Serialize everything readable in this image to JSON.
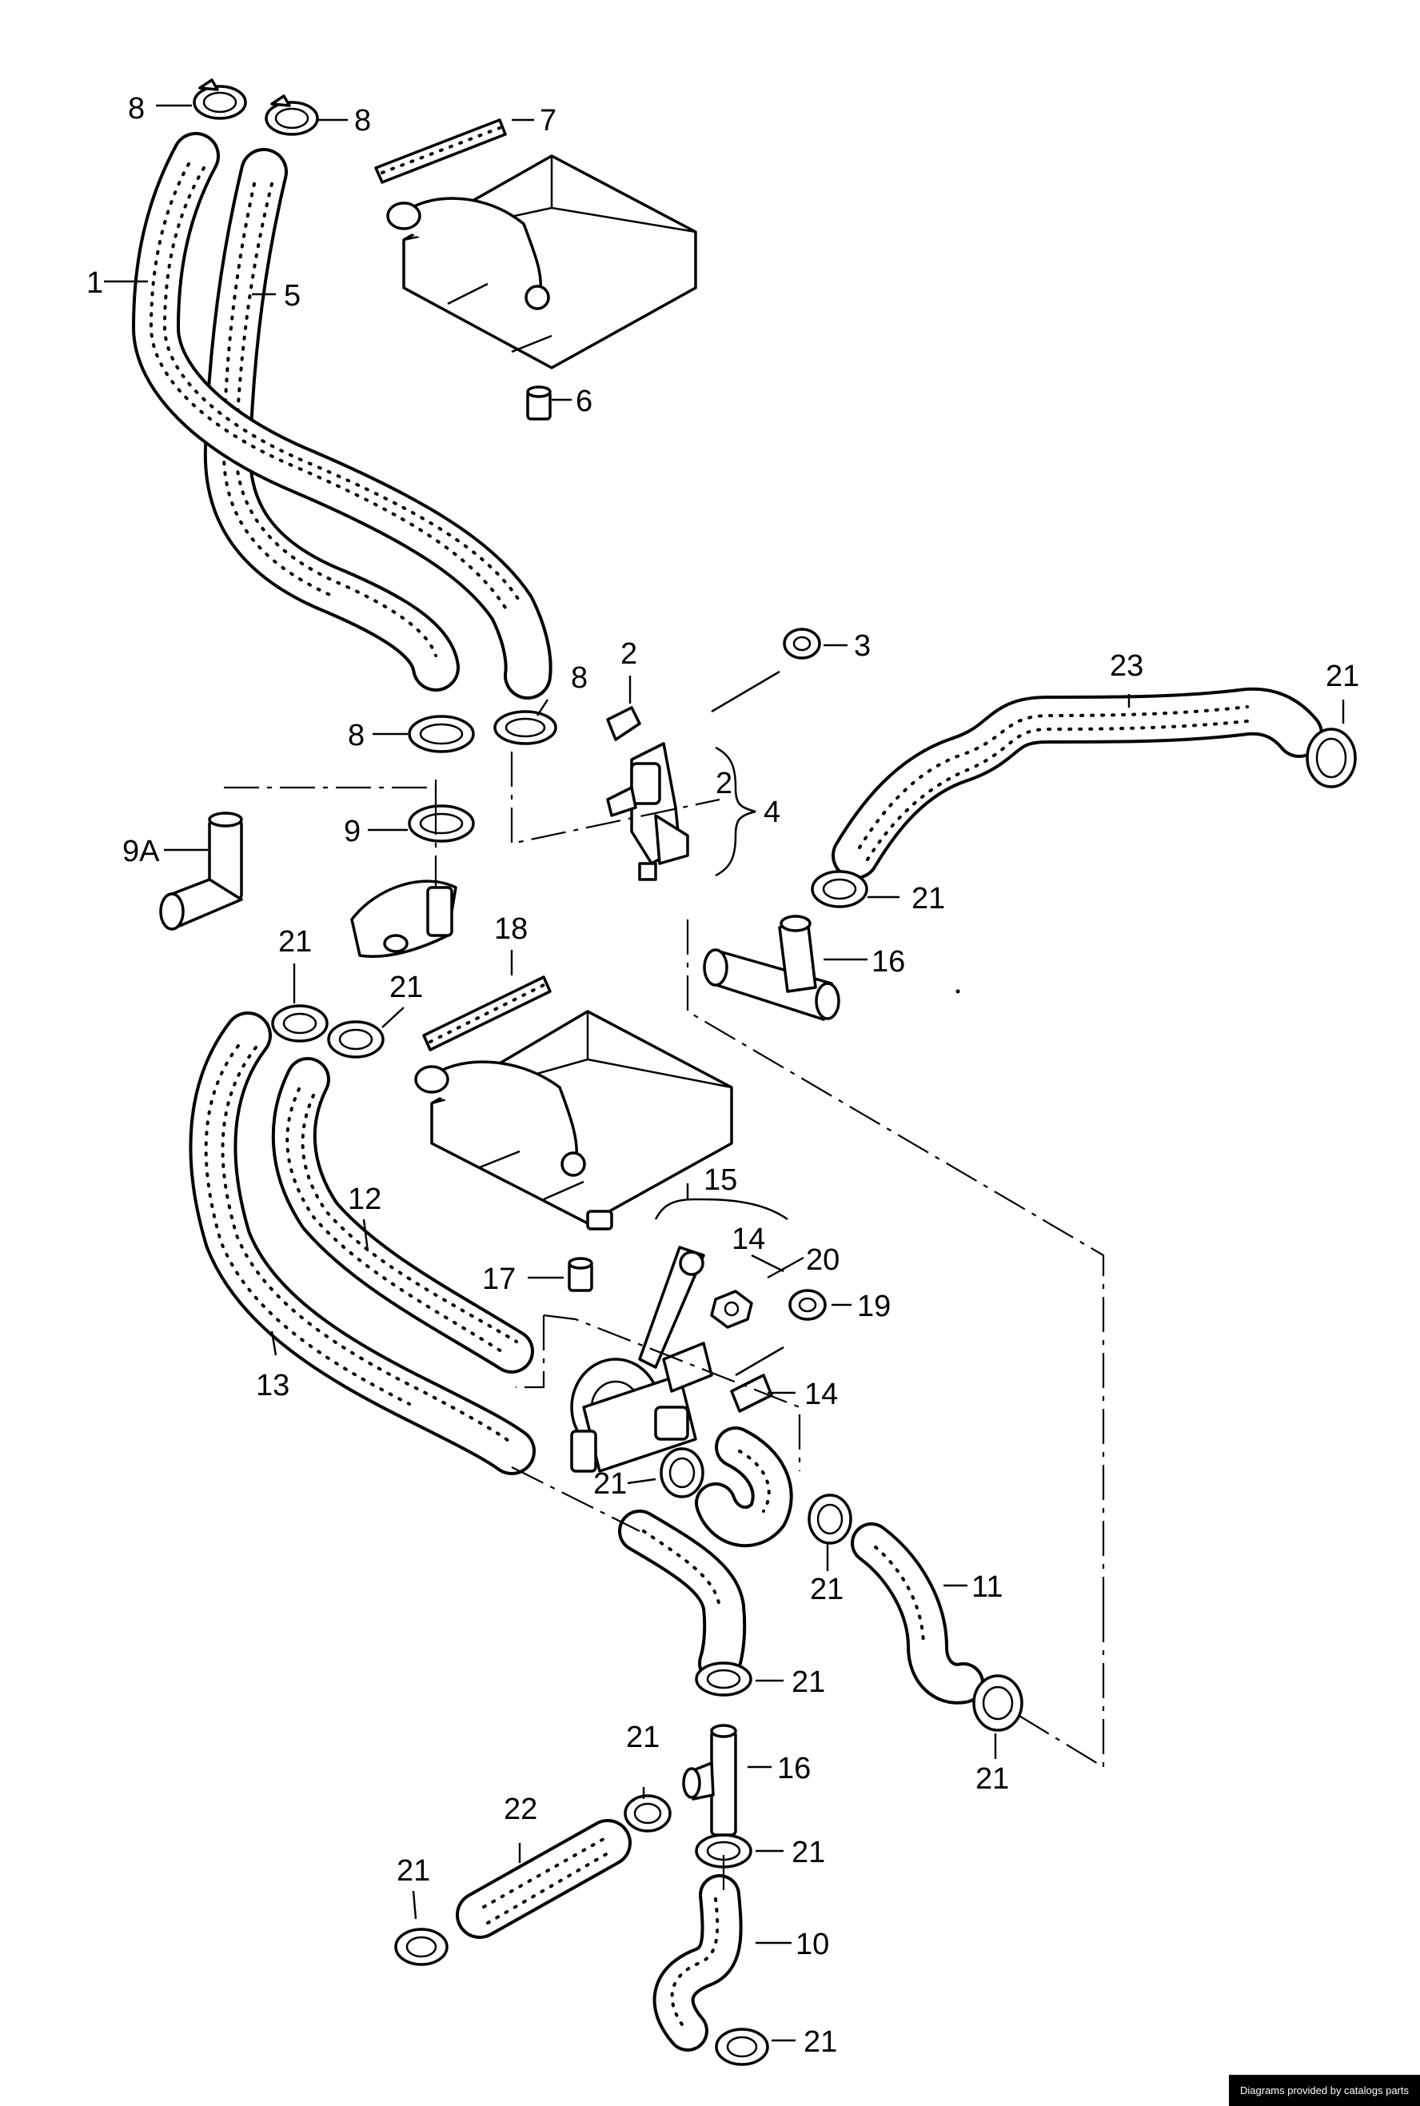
{
  "credit": "Diagrams provided by catalogs parts",
  "callouts": [
    {
      "id": "c8a",
      "text": "8"
    },
    {
      "id": "c8b",
      "text": "8"
    },
    {
      "id": "c7",
      "text": "7"
    },
    {
      "id": "c1",
      "text": "1"
    },
    {
      "id": "c5",
      "text": "5"
    },
    {
      "id": "c6",
      "text": "6"
    },
    {
      "id": "c2a",
      "text": "2"
    },
    {
      "id": "c3",
      "text": "3"
    },
    {
      "id": "c8c",
      "text": "8"
    },
    {
      "id": "c8d",
      "text": "8"
    },
    {
      "id": "c2b",
      "text": "2"
    },
    {
      "id": "c4",
      "text": "4"
    },
    {
      "id": "c23",
      "text": "23"
    },
    {
      "id": "c21a",
      "text": "21"
    },
    {
      "id": "c9A",
      "text": "9A"
    },
    {
      "id": "c9",
      "text": "9"
    },
    {
      "id": "c21b",
      "text": "21"
    },
    {
      "id": "c16a",
      "text": "16"
    },
    {
      "id": "c18",
      "text": "18"
    },
    {
      "id": "c21c",
      "text": "21"
    },
    {
      "id": "c21d",
      "text": "21"
    },
    {
      "id": "c12",
      "text": "12"
    },
    {
      "id": "c15",
      "text": "15"
    },
    {
      "id": "c14a",
      "text": "14"
    },
    {
      "id": "c20",
      "text": "20"
    },
    {
      "id": "c19",
      "text": "19"
    },
    {
      "id": "c17",
      "text": "17"
    },
    {
      "id": "c13",
      "text": "13"
    },
    {
      "id": "c14b",
      "text": "14"
    },
    {
      "id": "c21e",
      "text": "21"
    },
    {
      "id": "c21f",
      "text": "21"
    },
    {
      "id": "c11",
      "text": "11"
    },
    {
      "id": "c21g",
      "text": "21"
    },
    {
      "id": "c21h",
      "text": "21"
    },
    {
      "id": "c16b",
      "text": "16"
    },
    {
      "id": "c21i",
      "text": "21"
    },
    {
      "id": "c22",
      "text": "22"
    },
    {
      "id": "c21j",
      "text": "21"
    },
    {
      "id": "c21k",
      "text": "21"
    },
    {
      "id": "c10",
      "text": "10"
    },
    {
      "id": "c21l",
      "text": "21"
    }
  ]
}
